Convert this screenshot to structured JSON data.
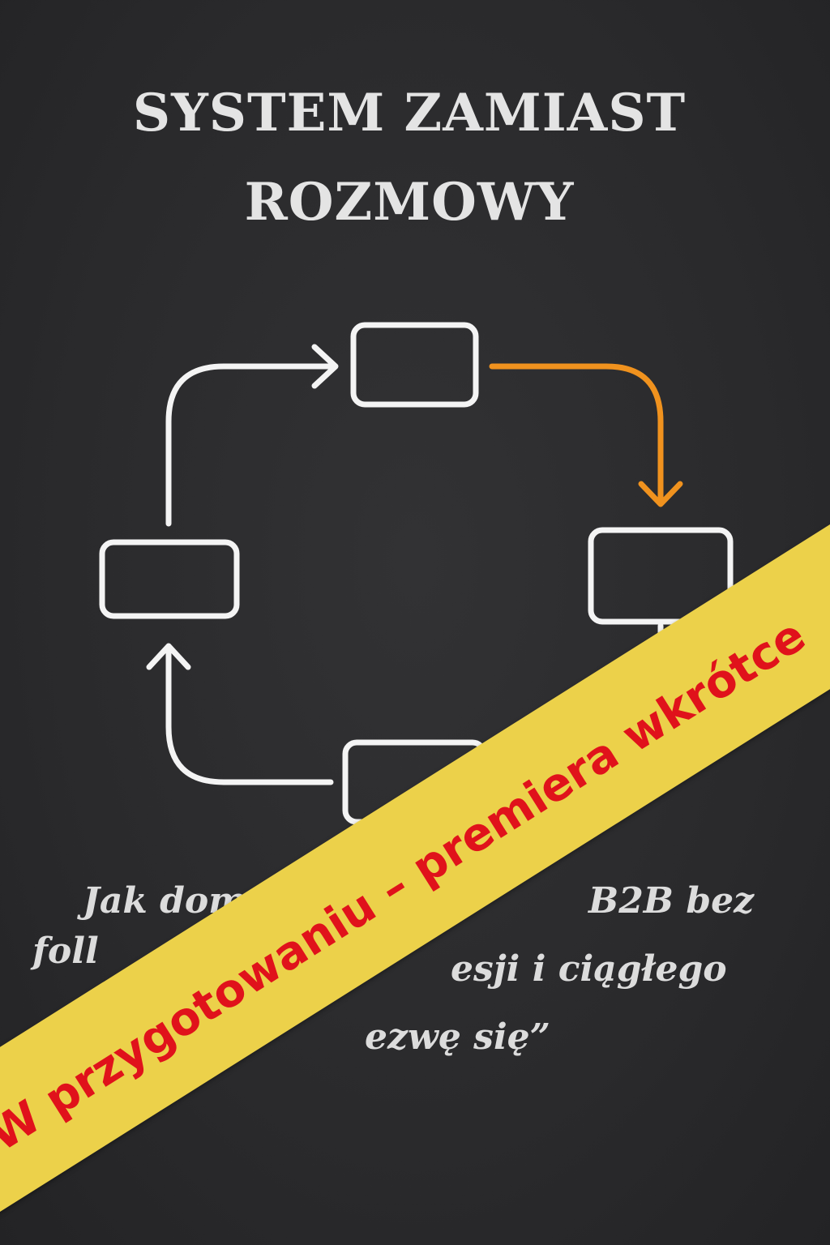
{
  "title": {
    "line1": "SYSTEM ZAMIAST",
    "line2": "ROZMOWY"
  },
  "subtitle_fragments": {
    "line1_left": "Jak dom",
    "line1_right": "B2B bez",
    "line2_left": "foll",
    "line2_right": "esji i ciągłego",
    "line3_right": "ezwę się”"
  },
  "banner": {
    "text": "W przygotowaniu – premiera wkrótce",
    "color": "#ecd14a",
    "text_color": "#e0121b"
  },
  "diagram": {
    "node_count": 4,
    "arrow_color": "#ffffff",
    "accent_arrow_color": "#f0921e"
  }
}
